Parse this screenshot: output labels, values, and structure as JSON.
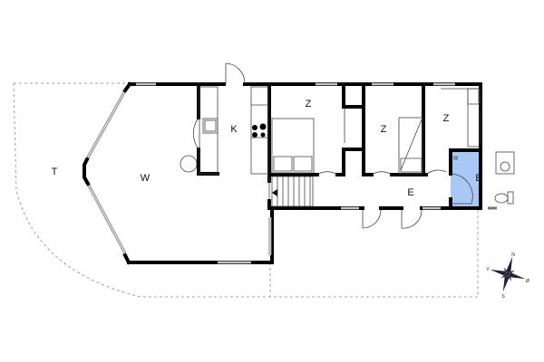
{
  "floorplan": {
    "rooms": [
      {
        "id": "terrace",
        "label": "T"
      },
      {
        "id": "living",
        "label": "W"
      },
      {
        "id": "kitchen",
        "label": "K"
      },
      {
        "id": "bedroom1",
        "label": "Z"
      },
      {
        "id": "bedroom2",
        "label": "Z"
      },
      {
        "id": "bedroom3",
        "label": "Z"
      },
      {
        "id": "hall",
        "label": "E"
      },
      {
        "id": "bathroom",
        "label": "B"
      }
    ],
    "colors": {
      "bathroom_fill": "#a9c8f5",
      "walls": "#000000"
    },
    "compass": {
      "north": "N",
      "west": "V",
      "east": "Ø",
      "south": "S"
    }
  }
}
